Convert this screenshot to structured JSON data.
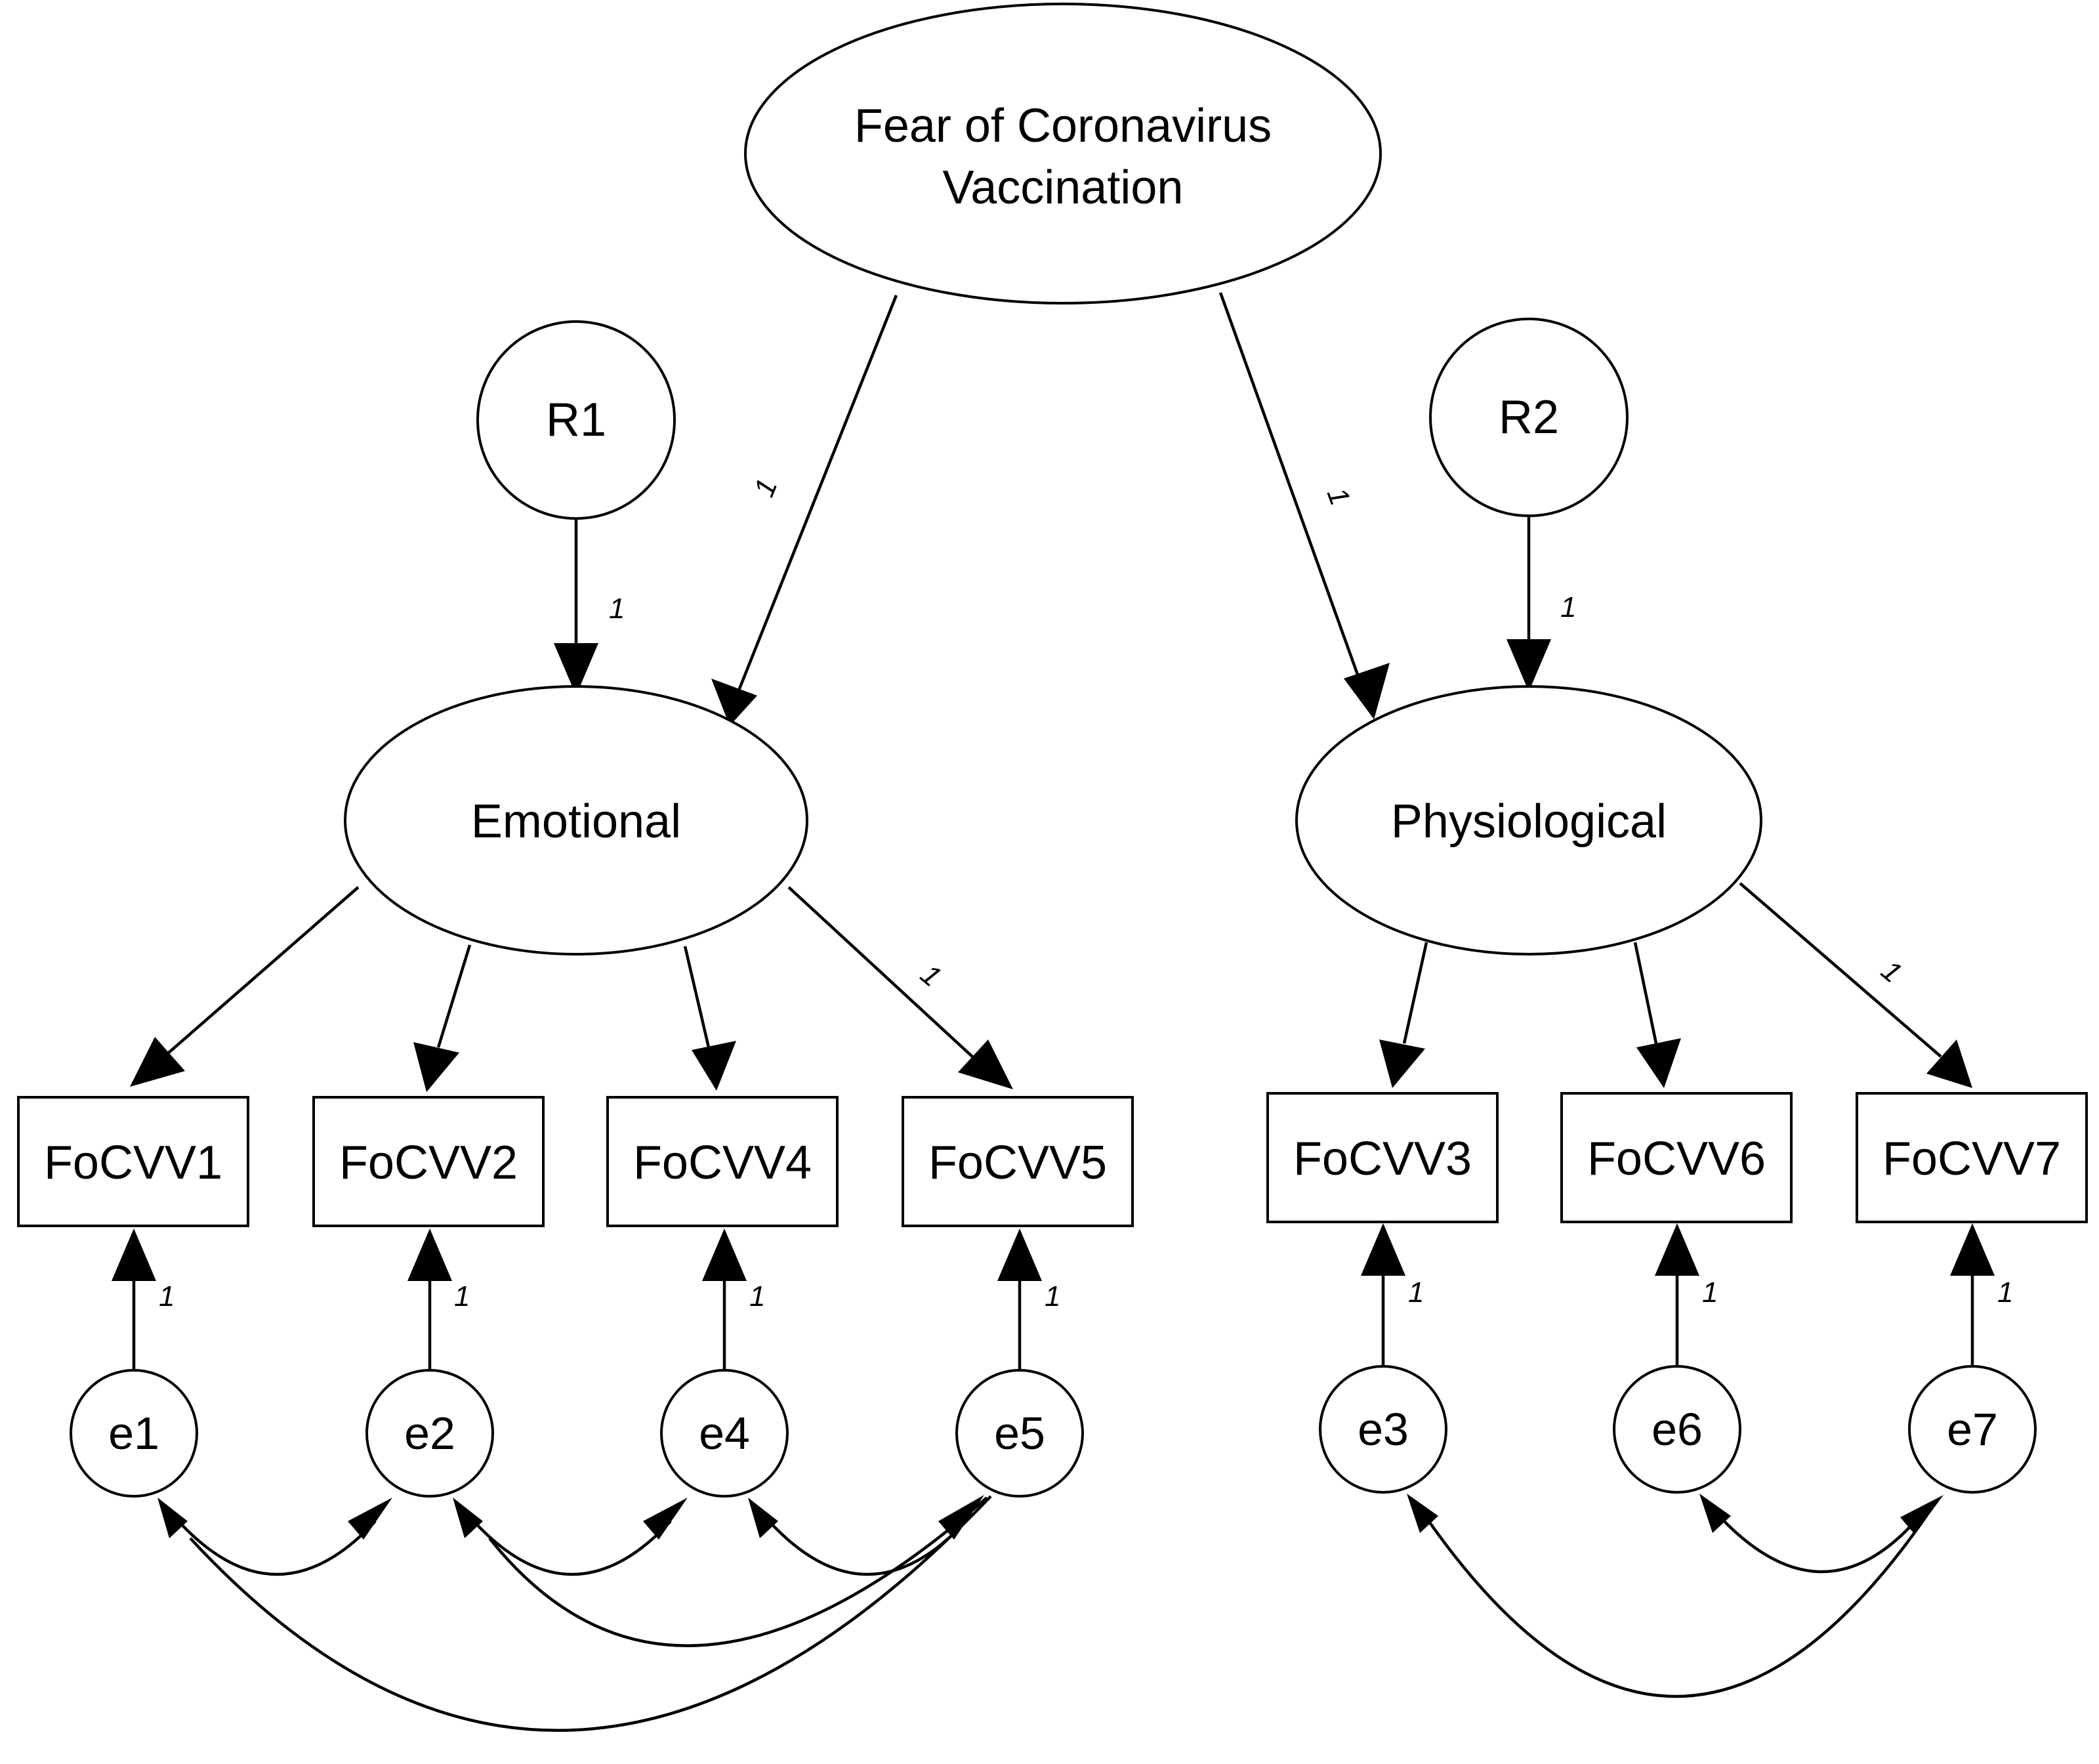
{
  "higher_factor": {
    "line1": "Fear of Coronavirus",
    "line2": "Vaccination"
  },
  "factors": {
    "emotional": "Emotional",
    "physiological": "Physiological"
  },
  "residuals": {
    "r1": "R1",
    "r2": "R2"
  },
  "indicators": {
    "focvv1": "FoCVV1",
    "focvv2": "FoCVV2",
    "focvv4": "FoCVV4",
    "focvv5": "FoCVV5",
    "focvv3": "FoCVV3",
    "focvv6": "FoCVV6",
    "focvv7": "FoCVV7"
  },
  "errors": {
    "e1": "e1",
    "e2": "e2",
    "e4": "e4",
    "e5": "e5",
    "e3": "e3",
    "e6": "e6",
    "e7": "e7"
  },
  "fixed_loading_label": "1"
}
